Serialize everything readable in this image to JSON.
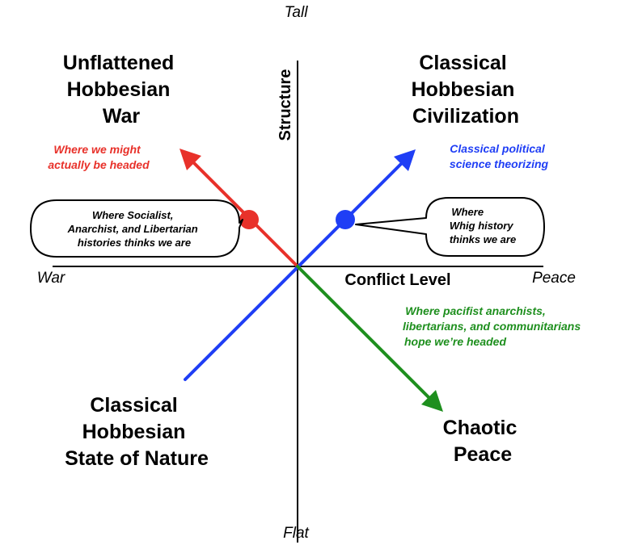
{
  "axes": {
    "top": "Tall",
    "bottom": "Flat",
    "left": "War",
    "right": "Peace",
    "vertical_label": "Structure",
    "horizontal_label": "Conflict Level"
  },
  "quadrants": {
    "top_left": [
      "Unflattened",
      "Hobbesian",
      "War"
    ],
    "top_right": [
      "Classical",
      "Hobbesian",
      "Civilization"
    ],
    "bottom_left": [
      "Classical",
      "Hobbesian",
      "State of Nature"
    ],
    "bottom_right": [
      "Chaotic",
      "Peace"
    ]
  },
  "arrow_notes": {
    "red": [
      "Where we might",
      "actually be headed"
    ],
    "blue": [
      "Classical political",
      "science theorizing"
    ],
    "green": [
      "Where pacifist anarchists,",
      "libertarians, and communitarians",
      "hope we’re headed"
    ]
  },
  "bubbles": {
    "left": [
      "Where Socialist,",
      "Anarchist, and Libertarian",
      "histories thinks we are"
    ],
    "right": [
      "Where",
      "Whig history",
      "thinks we are"
    ]
  },
  "colors": {
    "red": "#e8312a",
    "blue": "#1f3ef5",
    "green": "#1e8f1e",
    "axis": "#000000"
  }
}
